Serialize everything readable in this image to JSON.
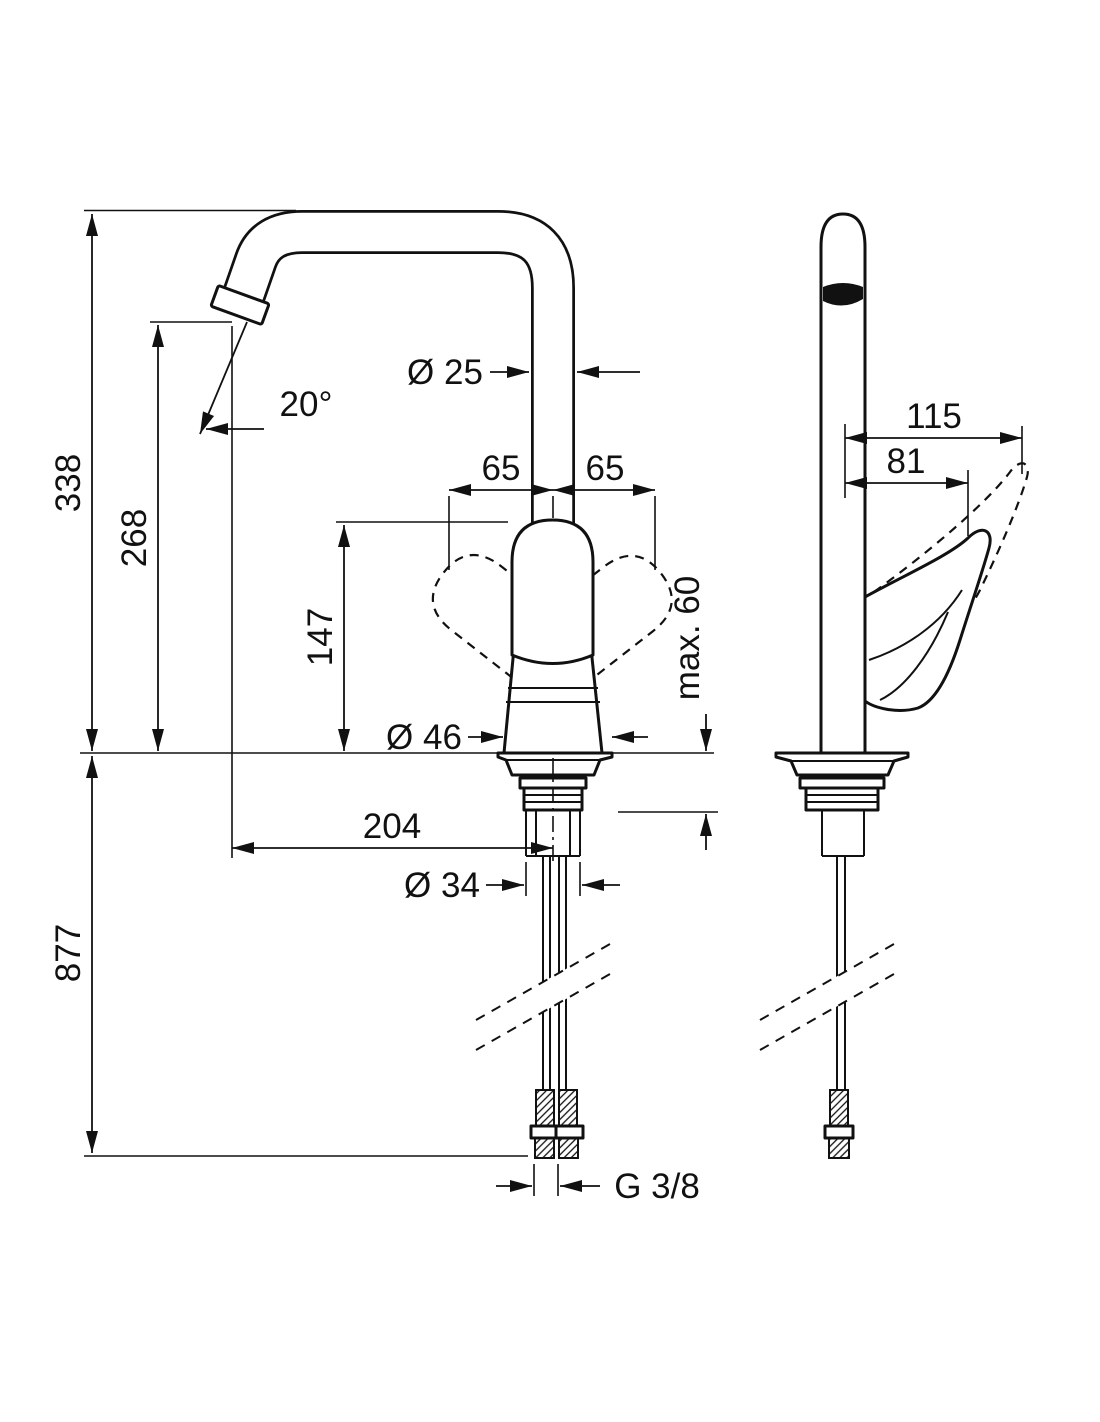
{
  "drawing": {
    "ink_color": "#111111",
    "background_color": "#ffffff",
    "views": {
      "front_view": "kitchen mixer tap, front elevation",
      "side_view": "kitchen mixer tap, side elevation"
    },
    "dims": {
      "front": {
        "total_height": "338",
        "spout_height": "268",
        "spout_angle": "20°",
        "spout_pipe_diameter": "Ø 25",
        "handle_swing_left": "65",
        "handle_swing_right": "65",
        "handle_height": "147",
        "body_diameter": "Ø 46",
        "max_counter_thickness": "max. 60",
        "spout_reach": "204",
        "shank_diameter": "Ø 34",
        "hose_length": "877",
        "connection_thread": "G 3/8"
      },
      "side": {
        "depth_handle_raised": "115",
        "depth_handle": "81"
      }
    }
  }
}
